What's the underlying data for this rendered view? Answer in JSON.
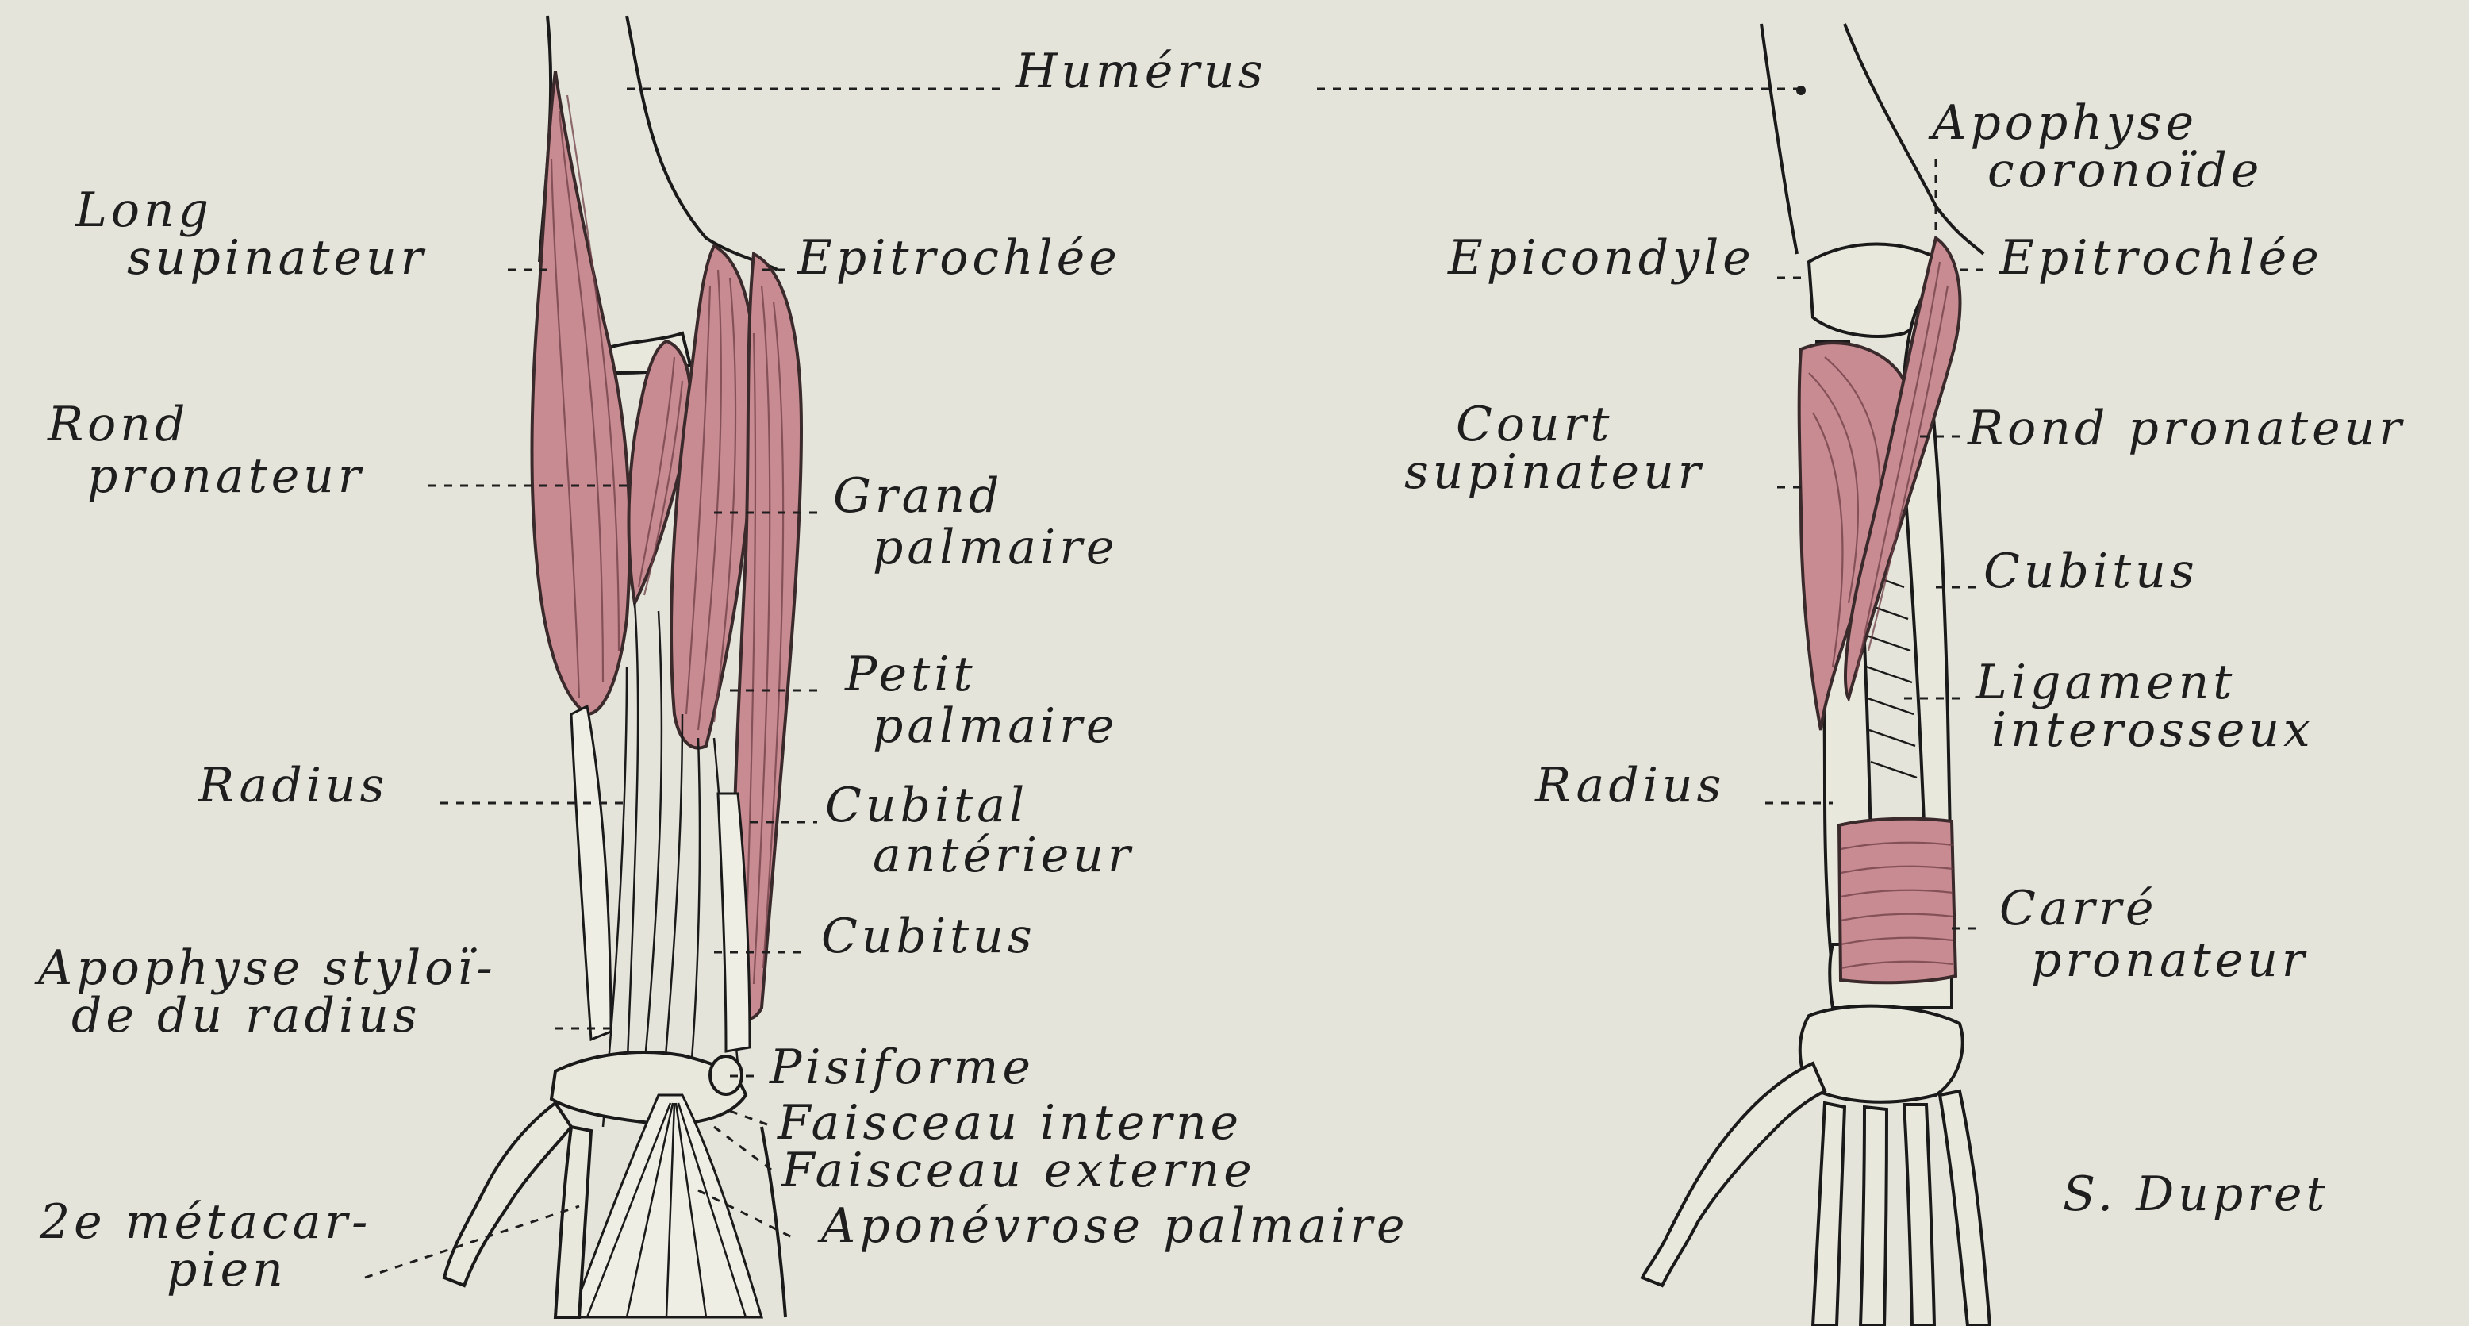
{
  "labels": {
    "humerus": "Humérus",
    "long_supinateur_1": "Long",
    "long_supinateur_2": "supinateur",
    "epitrochlee_left": "Epitrochlée",
    "rond_pronateur_1": "Rond",
    "rond_pronateur_2": "pronateur",
    "grand_palmaire_1": "Grand",
    "grand_palmaire_2": "palmaire",
    "petit_palmaire_1": "Petit",
    "petit_palmaire_2": "palmaire",
    "radius_left": "Radius",
    "cubital_anterieur_1": "Cubital",
    "cubital_anterieur_2": "antérieur",
    "cubitus_left": "Cubitus",
    "apophyse_styloide_1": "Apophyse styloï-",
    "apophyse_styloide_2": "de   du radius",
    "pisiforme": "Pisiforme",
    "faisceau_interne": "Faisceau interne",
    "faisceau_externe": "Faisceau externe",
    "aponevrose_palmaire": "Aponévrose palmaire",
    "metacarpien_1": "2e métacar-",
    "metacarpien_2": "pien",
    "apophyse_coronoide_1": "Apophyse",
    "apophyse_coronoide_2": "coronoïde",
    "epicondyle": "Epicondyle",
    "epitrochlee_right": "Epitrochlée",
    "court_supinateur_1": "Court",
    "court_supinateur_2": "supinateur",
    "rond_pronateur_right": "Rond pronateur",
    "cubitus_right": "Cubitus",
    "ligament_interosseux_1": "Ligament",
    "ligament_interosseux_2": "interosseux",
    "radius_right": "Radius",
    "carre_pronateur_1": "Carré",
    "carre_pronateur_2": "pronateur"
  },
  "signature": "S. Dupret",
  "colors": {
    "background": "#e4e4da",
    "muscle": "#c98b92",
    "ink": "#1e1e1e",
    "bone": "#e9e8dd"
  }
}
